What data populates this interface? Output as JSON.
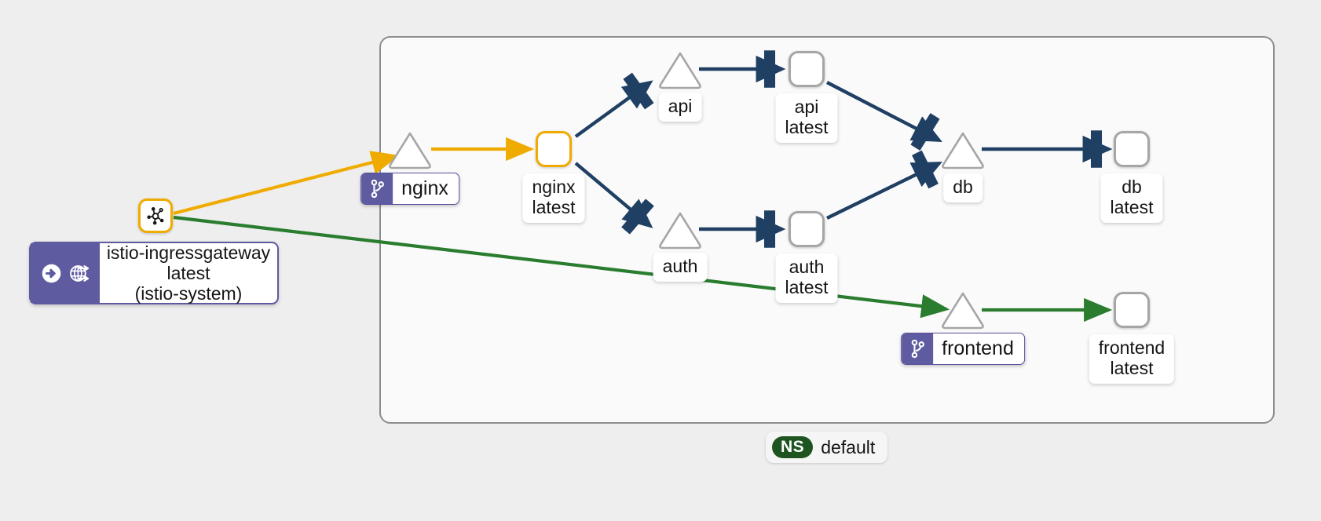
{
  "graph": {
    "namespace_badge": {
      "abbrev": "NS",
      "name": "default"
    },
    "colors": {
      "edge_healthy": "#1f3f63",
      "edge_idle_orange": "#f0ab00",
      "edge_green": "#2a7d2e",
      "version_chip": "#5e5ba0",
      "namespace_pill": "#1d5420",
      "node_border_gray": "#a6a6a6",
      "node_border_orange": "#f0ab00",
      "container_border": "#8b8d8f",
      "canvas_bg": "#eeeeee"
    },
    "external_node": {
      "label": "istio-ingressgateway\nlatest\n(istio-system)",
      "icons": [
        "ingress-arrow-icon",
        "gateway-globe-icon"
      ],
      "mesh_icon": "service-mesh-icon"
    },
    "nodes": [
      {
        "id": "nginx-service",
        "shape": "triangle",
        "label": "nginx",
        "label_kind": "version",
        "icon": "git-branch-icon"
      },
      {
        "id": "nginx-workload",
        "shape": "box",
        "label": "nginx\nlatest",
        "label_kind": "plain",
        "border": "orange"
      },
      {
        "id": "api-service",
        "shape": "triangle",
        "label": "api",
        "label_kind": "plain"
      },
      {
        "id": "api-workload",
        "shape": "box",
        "label": "api\nlatest",
        "label_kind": "plain",
        "border": "gray"
      },
      {
        "id": "auth-service",
        "shape": "triangle",
        "label": "auth",
        "label_kind": "plain"
      },
      {
        "id": "auth-workload",
        "shape": "box",
        "label": "auth\nlatest",
        "label_kind": "plain",
        "border": "gray"
      },
      {
        "id": "db-service",
        "shape": "triangle",
        "label": "db",
        "label_kind": "plain"
      },
      {
        "id": "db-workload",
        "shape": "box",
        "label": "db\nlatest",
        "label_kind": "plain",
        "border": "gray"
      },
      {
        "id": "frontend-service",
        "shape": "triangle",
        "label": "frontend",
        "label_kind": "version",
        "icon": "git-branch-icon"
      },
      {
        "id": "frontend-workload",
        "shape": "box",
        "label": "frontend\nlatest",
        "label_kind": "plain",
        "border": "gray"
      }
    ],
    "edges": [
      {
        "from": "istio-ingressgateway",
        "to": "nginx-service",
        "color": "orange"
      },
      {
        "from": "nginx-service",
        "to": "nginx-workload",
        "color": "orange"
      },
      {
        "from": "nginx-workload",
        "to": "api-service",
        "color": "navy"
      },
      {
        "from": "nginx-workload",
        "to": "auth-service",
        "color": "navy"
      },
      {
        "from": "api-service",
        "to": "api-workload",
        "color": "navy"
      },
      {
        "from": "auth-service",
        "to": "auth-workload",
        "color": "navy"
      },
      {
        "from": "api-workload",
        "to": "db-service",
        "color": "navy"
      },
      {
        "from": "auth-workload",
        "to": "db-service",
        "color": "navy"
      },
      {
        "from": "db-service",
        "to": "db-workload",
        "color": "navy"
      },
      {
        "from": "istio-ingressgateway",
        "to": "frontend-service",
        "color": "green"
      },
      {
        "from": "frontend-service",
        "to": "frontend-workload",
        "color": "green"
      }
    ]
  }
}
